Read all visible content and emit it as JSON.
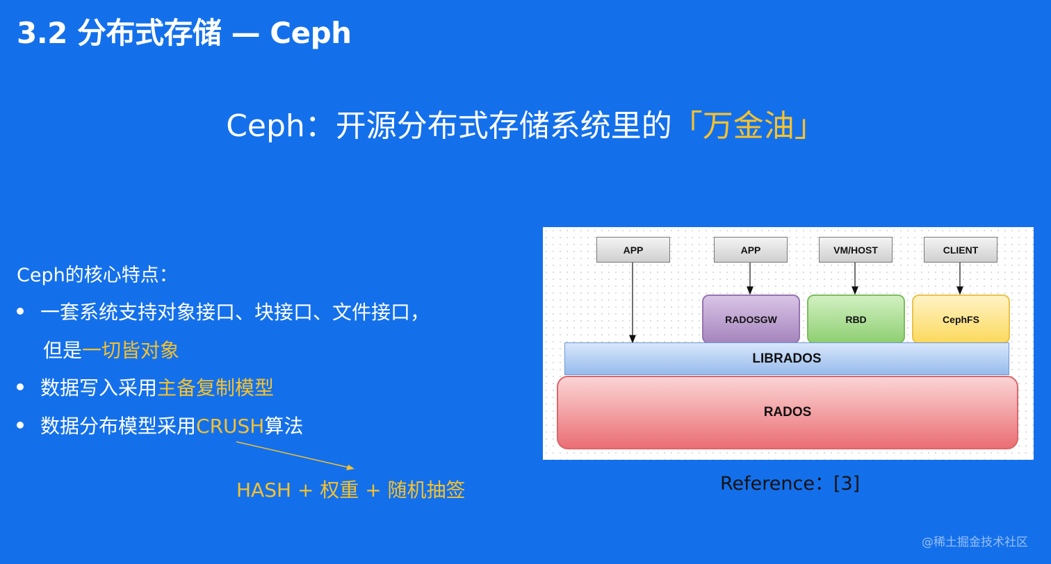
{
  "slide": {
    "title": "3.2 分布式存储 — Ceph",
    "subtitle_main": "Ceph：开源分布式存储系统里的",
    "subtitle_highlight": "「万金油」",
    "features_heading": "Ceph的核心特点：",
    "bullets": [
      {
        "text": "一套系统支持对象接口、块接口、文件接口，",
        "cont_text": "但是",
        "cont_highlight": "一切皆对象"
      },
      {
        "text": "数据写入采用",
        "highlight": "主备复制模型"
      },
      {
        "text": "数据分布模型采用",
        "highlight": "CRUSH",
        "tail": "算法"
      }
    ],
    "formula": "HASH + 权重 + 随机抽签",
    "reference": "Reference：[3]",
    "watermark": "@稀土掘金技术社区"
  },
  "diagram": {
    "top_boxes": [
      "APP",
      "APP",
      "VM/HOST",
      "CLIENT"
    ],
    "gateways": [
      "RADOSGW",
      "RBD",
      "CephFS"
    ],
    "librados": "LIBRADOS",
    "rados": "RADOS"
  },
  "colors": {
    "background": "#1470ea",
    "highlight": "#f5c230",
    "radosgw": "#b393c9",
    "rbd": "#9fd884",
    "cephfs": "#fde27b",
    "librados": "#a9c8f0",
    "rados": "#ef8488"
  }
}
